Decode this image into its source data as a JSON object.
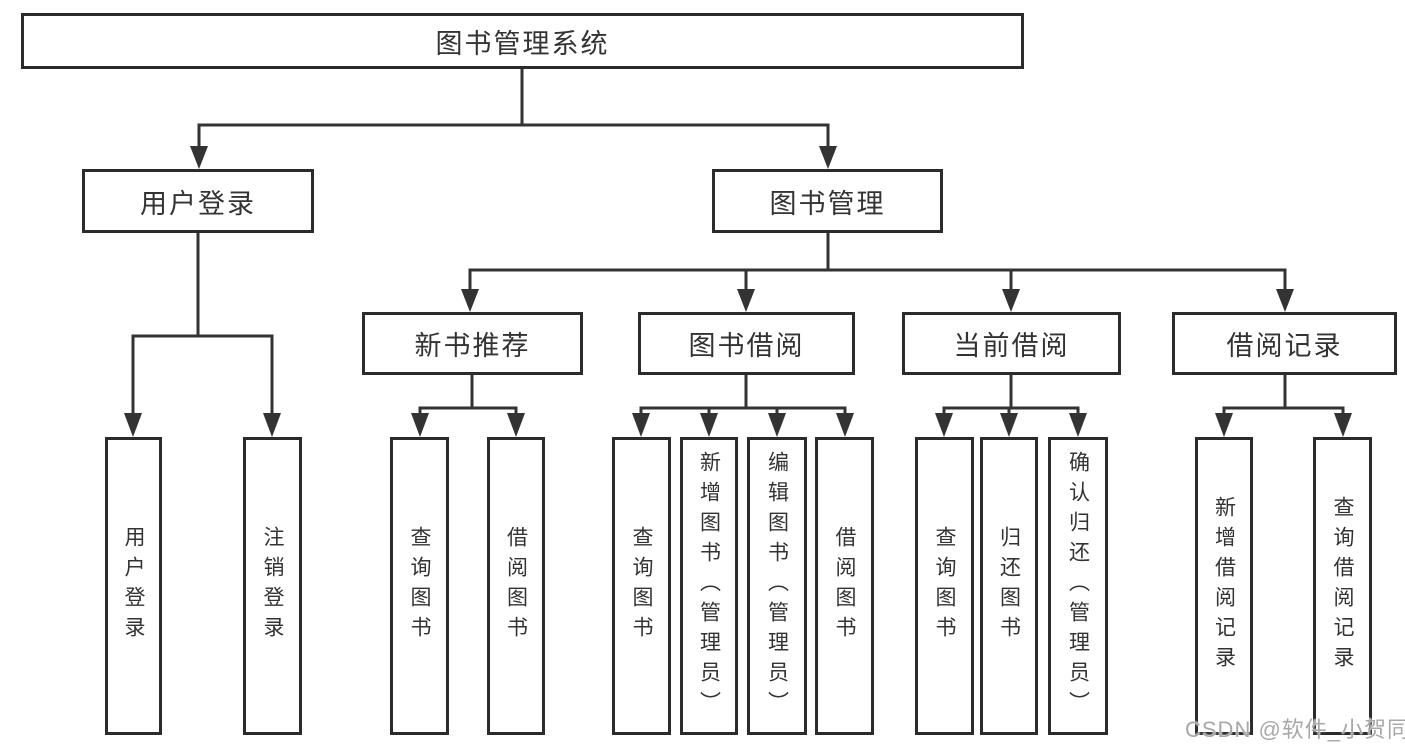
{
  "diagram": {
    "type": "hierarchy-tree",
    "tree": {
      "label": "图书管理系统",
      "children": [
        {
          "label": "用户登录",
          "children": [
            {
              "label": "用户登录"
            },
            {
              "label": "注销登录"
            }
          ]
        },
        {
          "label": "图书管理",
          "children": [
            {
              "label": "新书推荐",
              "children": [
                {
                  "label": "查询图书"
                },
                {
                  "label": "借阅图书"
                }
              ]
            },
            {
              "label": "图书借阅",
              "children": [
                {
                  "label": "查询图书"
                },
                {
                  "label": "新增图书（管理员）"
                },
                {
                  "label": "编辑图书（管理员）"
                },
                {
                  "label": "借阅图书"
                }
              ]
            },
            {
              "label": "当前借阅",
              "children": [
                {
                  "label": "查询图书"
                },
                {
                  "label": "归还图书"
                },
                {
                  "label": "确认归还（管理员）"
                }
              ]
            },
            {
              "label": "借阅记录",
              "children": [
                {
                  "label": "新增借阅记录"
                },
                {
                  "label": "查询借阅记录"
                }
              ]
            }
          ]
        }
      ]
    },
    "colors": {
      "line": "#333333",
      "box_border": "#2b2b2b",
      "box_background": "#ffffff",
      "text": "#333333",
      "watermark": "#a8a8a8"
    }
  },
  "watermark": {
    "text": "CSDN @软件_小贺同学"
  }
}
